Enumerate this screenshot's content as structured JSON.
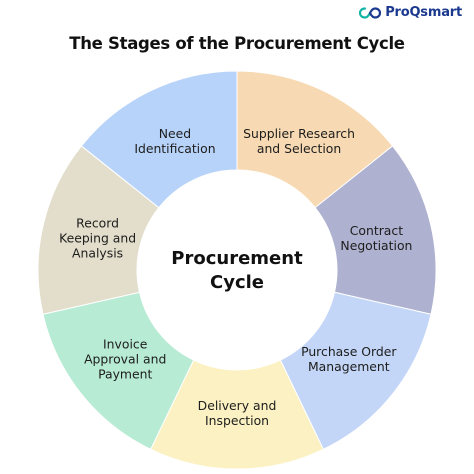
{
  "brand": {
    "name": "ProQsmart",
    "brand_color": "#1b3a8f",
    "accent_color": "#10b4a4"
  },
  "title": "The Stages of the Procurement Cycle",
  "center": {
    "lines": [
      "Procurement",
      "Cycle"
    ]
  },
  "stages": [
    {
      "lines": [
        "Supplier Research",
        "and Selection"
      ],
      "color": "#f7dab3"
    },
    {
      "lines": [
        "Contract",
        "Negotiation"
      ],
      "color": "#aeb1cf"
    },
    {
      "lines": [
        "Purchase Order",
        "Management"
      ],
      "color": "#c4d6f7"
    },
    {
      "lines": [
        "Delivery and",
        "Inspection"
      ],
      "color": "#fbf1c2"
    },
    {
      "lines": [
        "Invoice",
        "Approval and",
        "Payment"
      ],
      "color": "#b7ebd4"
    },
    {
      "lines": [
        "Record",
        "Keeping and",
        "Analysis"
      ],
      "color": "#e2decb"
    },
    {
      "lines": [
        "Need",
        "Identification"
      ],
      "color": "#b7d3f9"
    }
  ]
}
